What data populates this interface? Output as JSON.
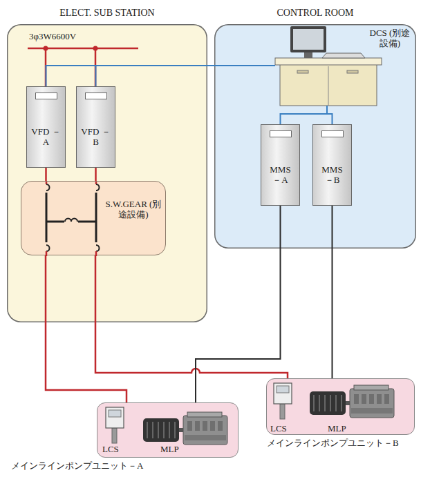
{
  "diagram": {
    "nodes": [
      {
        "text": [
          "ELECT. SUB STATION"
        ]
      },
      {
        "text": [
          "VFD －A"
        ],
        "in": 0
      },
      {
        "text": [
          "VFD －B"
        ],
        "in": 0
      },
      {
        "text": [
          "S.W.GEAR (別途設備)"
        ],
        "in": 0
      },
      {
        "text": [
          "CONTROL ROOM"
        ]
      },
      {
        "text": [
          "DCS (別途設備)"
        ],
        "in": 4
      },
      {
        "text": [
          "MMS －A"
        ],
        "in": 4
      },
      {
        "text": [
          "MMS －B"
        ],
        "in": 4
      },
      {
        "text": [
          "メインラインポンプユニット－A"
        ]
      },
      {
        "text": [
          "メインラインポンプユニット－B"
        ]
      }
    ],
    "edges": [
      {
        "from": 1,
        "to": 3,
        "arrow": "none"
      },
      {
        "from": 2,
        "to": 3,
        "arrow": "none"
      },
      {
        "from": 3,
        "to": 8,
        "arrow": "none"
      },
      {
        "from": 3,
        "to": 9,
        "arrow": "none"
      },
      {
        "from": 5,
        "to": 1,
        "arrow": "none"
      },
      {
        "from": 5,
        "to": 2,
        "arrow": "none"
      },
      {
        "from": 5,
        "to": 6,
        "arrow": "none"
      },
      {
        "from": 5,
        "to": 7,
        "arrow": "none"
      },
      {
        "from": 6,
        "to": 8,
        "arrow": "none"
      },
      {
        "from": 7,
        "to": 9,
        "arrow": "none"
      }
    ],
    "labels": [
      "3φ3W6600V",
      "LCS",
      "MLP",
      "LCS",
      "MLP"
    ]
  }
}
